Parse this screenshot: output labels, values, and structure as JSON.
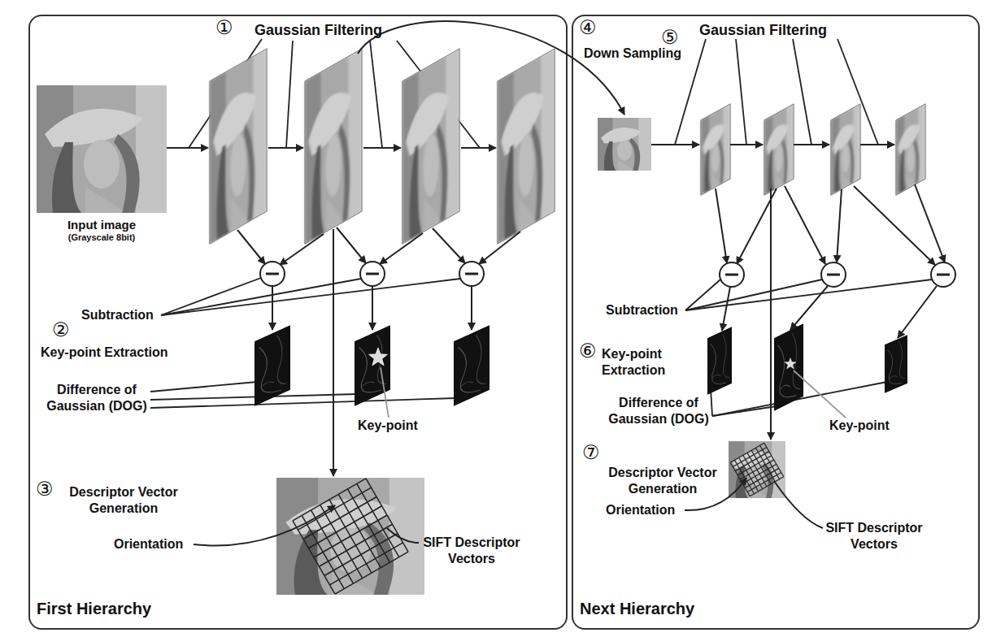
{
  "diagram": {
    "nodes": [
      {
        "text": [
          "First Hierarchy"
        ]
      },
      {
        "text": [
          "Input image",
          "(Grayscale 8bit)"
        ],
        "in": 0
      },
      {
        "text": [
          "Next Hierarchy"
        ]
      }
    ],
    "labels": [
      "①",
      "Gaussian Filtering",
      "Subtraction",
      "②",
      "Key-point Extraction",
      "Difference of Gaussian (DOG)",
      "Key-point",
      "③",
      "Descriptor Vector Generation",
      "Orientation",
      "SIFT Descriptor Vectors",
      "④",
      "Down Sampling",
      "⑤",
      "Gaussian Filtering",
      "Subtraction",
      "⑥",
      "Key-point Extraction",
      "Difference of Gaussian (DOG)",
      "Key-point",
      "⑦",
      "Descriptor Vector Generation",
      "Orientation",
      "SIFT Descriptor Vectors"
    ]
  }
}
